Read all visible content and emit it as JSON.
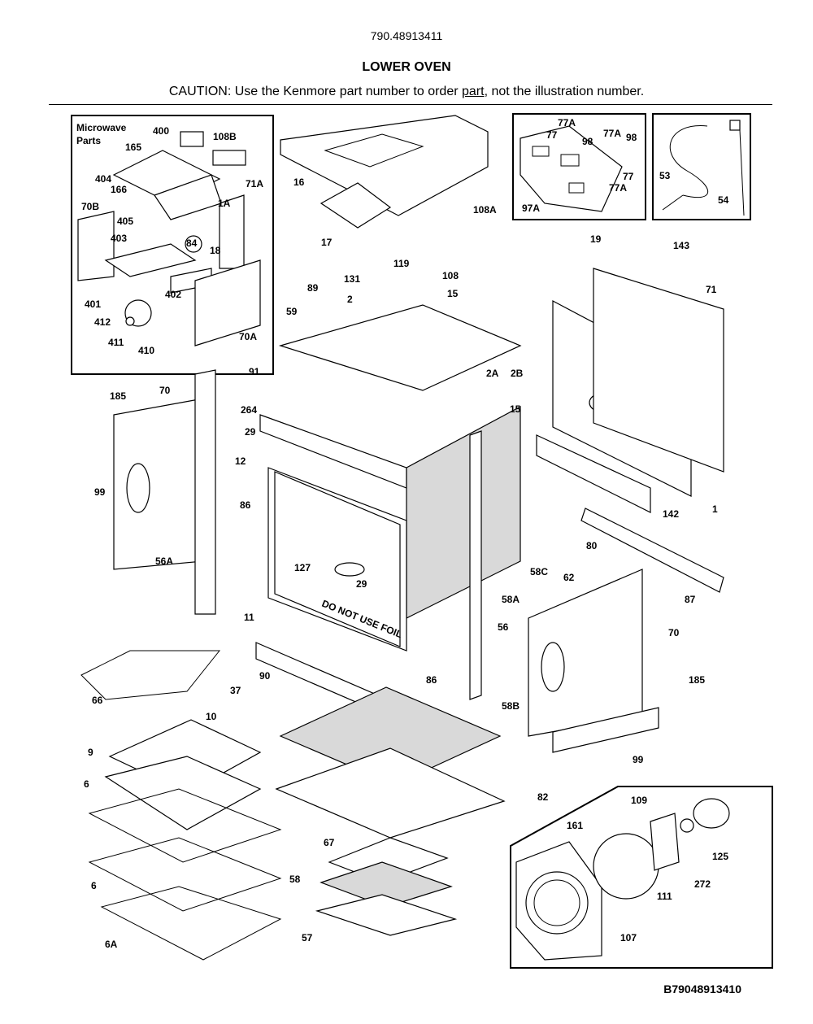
{
  "header": {
    "model": "790.48913411",
    "title": "LOWER OVEN",
    "caution_prefix": "CAUTION: Use the Kenmore part number to order ",
    "caution_link": "part",
    "caution_suffix": ", not the illustration number."
  },
  "inset_microwave": {
    "title_line1": "Microwave",
    "title_line2": "Parts"
  },
  "oven_door_text": "DO NOT USE FOIL",
  "footer": {
    "code": "B79048913410"
  },
  "callouts": [
    "400",
    "108B",
    "165",
    "404",
    "166",
    "71A",
    "70B",
    "1A",
    "405",
    "403",
    "84",
    "18",
    "402",
    "401",
    "412",
    "411",
    "410",
    "70A",
    "16",
    "17",
    "77A",
    "77",
    "77A",
    "98",
    "98",
    "77",
    "97A",
    "77A",
    "53",
    "54",
    "108A",
    "19",
    "143",
    "119",
    "108",
    "131",
    "15",
    "89",
    "2",
    "59",
    "2A",
    "2B",
    "71",
    "15",
    "91",
    "264",
    "29",
    "12",
    "86",
    "127",
    "29",
    "11",
    "185",
    "70",
    "99",
    "56A",
    "58C",
    "58A",
    "56",
    "86",
    "142",
    "1",
    "80",
    "62",
    "87",
    "70",
    "185",
    "90",
    "37",
    "58B",
    "99",
    "66",
    "10",
    "9",
    "6",
    "6",
    "6A",
    "82",
    "67",
    "58",
    "57",
    "109",
    "161",
    "125",
    "272",
    "111",
    "107"
  ]
}
